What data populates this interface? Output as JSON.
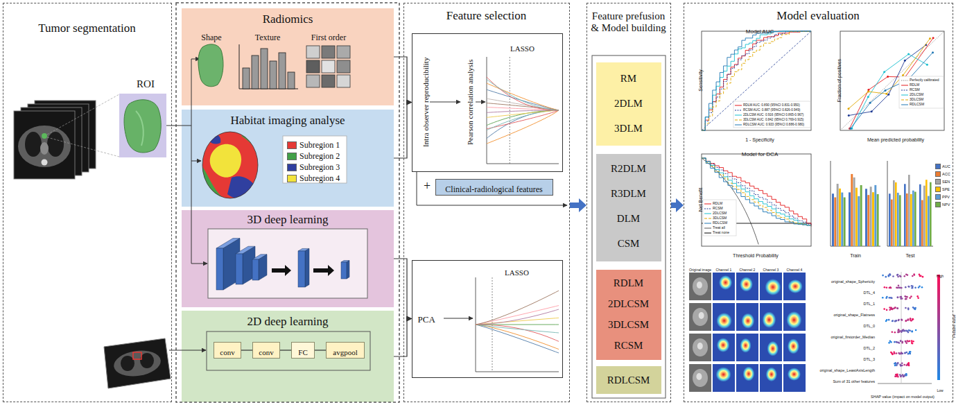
{
  "diagram": {
    "nodes": [
      {
        "text": [
          "Tumor segmentation"
        ]
      },
      {
        "text": [
          "Radiomics",
          "Shape",
          "Texture",
          "First order"
        ]
      },
      {
        "text": [
          "Habitat imaging analyse"
        ]
      },
      {
        "text": [
          "3D deep learning"
        ]
      },
      {
        "text": [
          "2D deep learning"
        ]
      },
      {
        "text": [
          "conv"
        ],
        "in": 4
      },
      {
        "text": [
          "conv"
        ],
        "in": 4
      },
      {
        "text": [
          "FC"
        ],
        "in": 4
      },
      {
        "text": [
          "avgpool"
        ],
        "in": 4
      },
      {
        "text": [
          "Feature selection"
        ]
      },
      {
        "text": [
          "Intra observer reproducibility",
          "Pearson correlation analysis",
          "LASSO"
        ],
        "in": 9
      },
      {
        "text": [
          "Clinical-radiological features"
        ],
        "in": 9
      },
      {
        "text": [
          "PCA",
          "LASSO"
        ],
        "in": 9
      },
      {
        "text": [
          "Feature prefusion & Model building"
        ]
      },
      {
        "text": [
          "RM",
          "2DLM",
          "3DLM"
        ],
        "in": 13
      },
      {
        "text": [
          "R2DLM",
          "R3DLM",
          "DLM",
          "CSM"
        ],
        "in": 13
      },
      {
        "text": [
          "RDLM",
          "2DLCSM",
          "3DLCSM",
          "RCSM"
        ],
        "in": 13
      },
      {
        "text": [
          "RDLCSM"
        ],
        "in": 13
      },
      {
        "text": [
          "Model evaluation"
        ]
      }
    ],
    "edges": [
      {
        "from": 1,
        "to": 10,
        "arrow": "to"
      },
      {
        "from": 2,
        "to": 10,
        "arrow": "to"
      },
      {
        "from": 3,
        "to": 12,
        "arrow": "to"
      },
      {
        "from": 4,
        "to": 12,
        "arrow": "to"
      },
      {
        "from": 5,
        "to": 6,
        "arrow": "none"
      },
      {
        "from": 6,
        "to": 7,
        "arrow": "none"
      },
      {
        "from": 7,
        "to": 8,
        "arrow": "none"
      },
      {
        "from": 9,
        "to": 13,
        "arrow": "to"
      },
      {
        "from": 13,
        "to": 18,
        "arrow": "to"
      }
    ],
    "labels": [
      "ROI",
      "+",
      "Model AUC",
      "Sensitivity",
      "1 - Specificity",
      "Fraction of positives",
      "Mean predicted probability",
      "Model for DCA",
      "Net Benefit",
      "Threshold Probability",
      "Train",
      "Test",
      "Original image",
      "Channel 1",
      "Channel 2",
      "Channel 3",
      "Channel 4",
      "original_shape_Sphericity",
      "DTL_4",
      "DTL_1",
      "original_shape_Flatness",
      "DTL_0",
      "original_firstorder_Median",
      "DTL_2",
      "DTL_3",
      "original_shape_LeastAxisLength",
      "Sum of 31 other features",
      "SHAP value (impact on model output)",
      "Feature value",
      "High",
      "Low"
    ],
    "legend": [
      {
        "text": "Subregion 1",
        "color": "#e53935"
      },
      {
        "text": "Subregion 2",
        "color": "#43a047"
      },
      {
        "text": "Subregion 3",
        "color": "#303f9f"
      },
      {
        "text": "Subregion 4",
        "color": "#f2e33b"
      },
      {
        "text": "RDLM AUC: 0.890 (95%CI 0.831-0.950)"
      },
      {
        "text": "RCSM AUC: 0.887 (95%CI 0.826-0.949)"
      },
      {
        "text": "2DLCSM AUC: 0.916 (95%CI 0.865-0.967)"
      },
      {
        "text": "3DLCSM AUC: 0.842 (95%CI 0.769-0.915)"
      },
      {
        "text": "RDLCSM AUC: 0.933 (95%CI 0.886-0.980)"
      },
      {
        "text": "Perfectly calibrated"
      },
      {
        "text": "RDLM"
      },
      {
        "text": "RCSM"
      },
      {
        "text": "2DLCSM"
      },
      {
        "text": "3DLCSM"
      },
      {
        "text": "RDLCSM"
      },
      {
        "text": "RDLM"
      },
      {
        "text": "RCSM"
      },
      {
        "text": "2DLCSM"
      },
      {
        "text": "3DLCSM"
      },
      {
        "text": "RDLCSM"
      },
      {
        "text": "Treat all"
      },
      {
        "text": "Treat none"
      },
      {
        "text": "AUC",
        "color": "#4472c4"
      },
      {
        "text": "ACC",
        "color": "#ed7d31"
      },
      {
        "text": "SEN",
        "color": "#a5a5a5"
      },
      {
        "text": "SPE",
        "color": "#ffc000"
      },
      {
        "text": "PPV",
        "color": "#5b9bd5"
      },
      {
        "text": "NPV",
        "color": "#70ad47"
      }
    ]
  }
}
